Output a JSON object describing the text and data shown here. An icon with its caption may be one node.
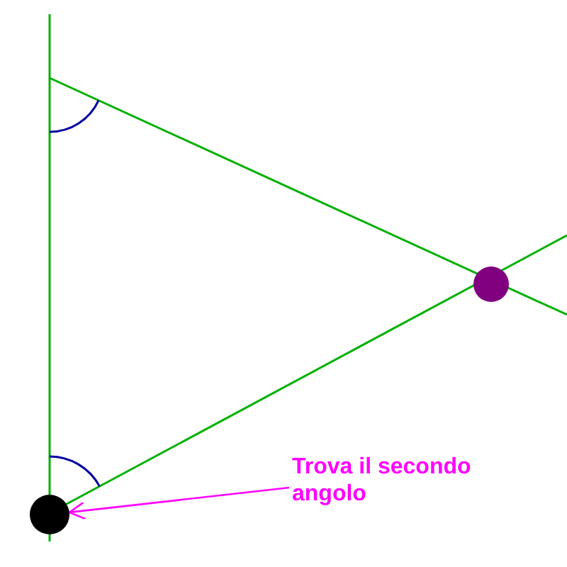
{
  "diagram": {
    "nodes": [
      {
        "text": [
          "Trova il secondo angolo"
        ]
      },
      {
        "text": [],
        "shape": "circle"
      },
      {
        "text": [],
        "shape": "circle"
      }
    ],
    "edges": [
      {
        "from": 0,
        "to": 1,
        "arrow": "to"
      }
    ]
  }
}
